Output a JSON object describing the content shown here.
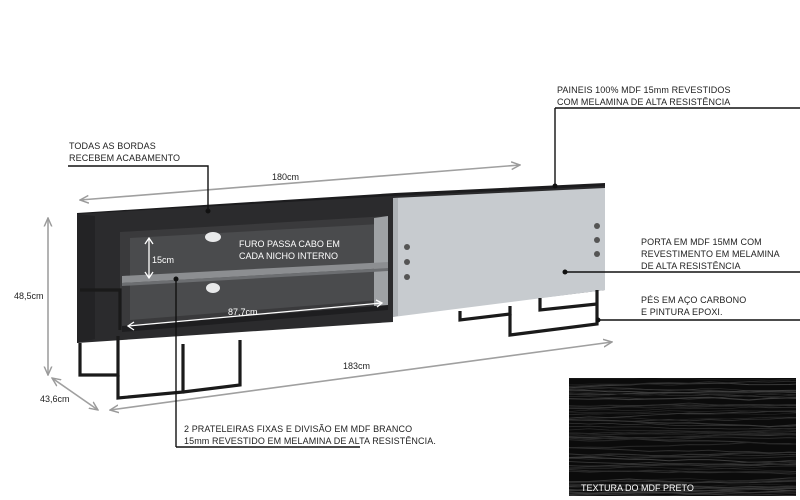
{
  "annotations": {
    "edges": [
      "TODAS AS BORDAS",
      "RECEBEM ACABAMENTO"
    ],
    "panels": [
      "PAINEIS 100% MDF 15mm REVESTIDOS",
      "COM MELAMINA DE ALTA RESISTÊNCIA"
    ],
    "door": [
      "PORTA EM MDF 15MM COM",
      "REVESTIMENTO EM MELAMINA",
      "DE ALTA RESISTÊNCIA"
    ],
    "feet": [
      "PÉS EM AÇO CARBONO",
      "E PINTURA EPOXI."
    ],
    "cable": [
      "FURO PASSA CABO EM",
      "CADA NICHO INTERNO"
    ],
    "shelves": [
      "2 PRATELEIRAS FIXAS E DIVISÃO EM MDF BRANCO",
      "15mm REVESTIDO EM MELAMINA DE ALTA RESISTÊNCIA."
    ]
  },
  "dimensions": {
    "width_top": "180cm",
    "width_bottom": "183cm",
    "height": "48,5cm",
    "depth": "43,6cm",
    "shelf_gap": "15cm",
    "niche_width": "87,7cm"
  },
  "texture": {
    "caption": "TEXTURA DO MDF PRETO"
  },
  "colors": {
    "cabinet_dark": "#2b2b2d",
    "cabinet_top": "#1c1c1e",
    "door_grey": "#c7cbcf",
    "interior": "#3a3a3c",
    "shelf": "#8c8e91",
    "steel_feet": "#1a1a1a",
    "dimension_line": "#9a9a9a",
    "texture_bg": "#0b0b0b"
  }
}
